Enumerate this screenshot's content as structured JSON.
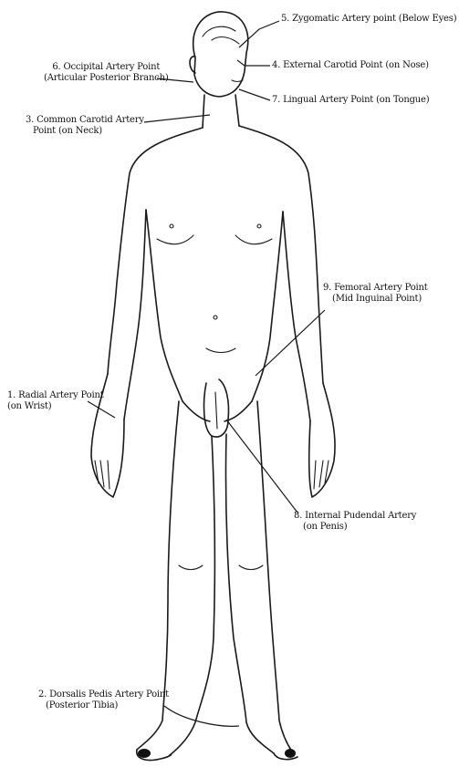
{
  "figure": {
    "labels": {
      "zygomatic": {
        "line1": "5. Zygomatic Artery point (Below Eyes)"
      },
      "occipital": {
        "line1": "6. Occipital Artery Point",
        "line2": "(Articular Posterior Branch)"
      },
      "external_carotid": {
        "line1": "4. External Carotid Point (on Nose)"
      },
      "lingual": {
        "line1": "7. Lingual Artery Point (on Tongue)"
      },
      "common_carotid": {
        "line1": "3. Common Carotid Artery",
        "line2": "Point (on Neck)"
      },
      "femoral": {
        "line1": "9. Femoral Artery Point",
        "line2": "(Mid Inguinal Point)"
      },
      "radial": {
        "line1": "1. Radial Artery Point",
        "line2": "(on Wrist)"
      },
      "internal_pudendal": {
        "line1": "8. Internal Pudendal Artery",
        "line2": "(on Penis)"
      },
      "dorsalis_pedis": {
        "line1": "2. Dorsalis Pedis Artery Point",
        "line2": "(Posterior Tibia)"
      }
    }
  }
}
